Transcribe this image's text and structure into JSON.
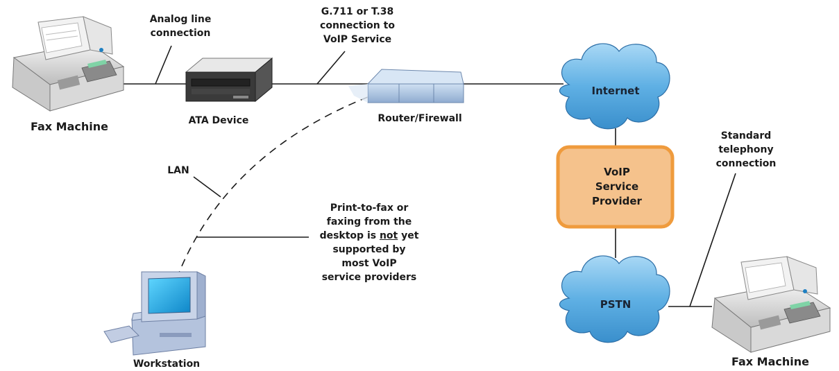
{
  "labels": {
    "fax_left": "Fax Machine",
    "fax_right": "Fax Machine",
    "ata": "ATA Device",
    "router": "Router/Firewall",
    "workstation": "Workstation",
    "lan": "LAN",
    "internet": "Internet",
    "pstn": "PSTN",
    "provider_line1": "VoIP",
    "provider_line2": "Service",
    "provider_line3": "Provider"
  },
  "callouts": {
    "analog_line1": "Analog line",
    "analog_line2": "connection",
    "g711_line1": "G.711 or T.38",
    "g711_line2": "connection to",
    "g711_line3": "VoIP Service",
    "telephony_line1": "Standard",
    "telephony_line2": "telephony",
    "telephony_line3": "connection",
    "note_line1": "Print-to-fax or",
    "note_line2": "faxing from the",
    "note_line3_pre": "desktop is ",
    "note_line3_em": "not",
    "note_line3_post": " yet",
    "note_line4": "supported by",
    "note_line5": "most VoIP",
    "note_line6": "service providers"
  },
  "colors": {
    "cloud_fill": "#6cb6e6",
    "provider_fill": "#f5c28c",
    "provider_border": "#ef9b3d",
    "line": "#1a1a1a"
  }
}
